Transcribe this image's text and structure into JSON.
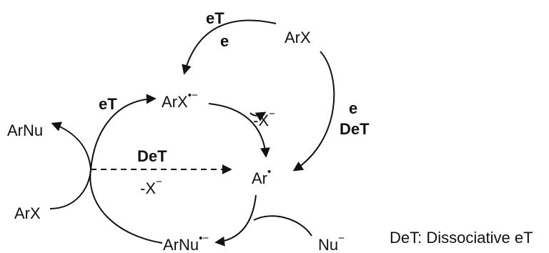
{
  "labels": {
    "arx_top": "ArX",
    "et_top": "eT",
    "e_top": "e",
    "radical_anion_base": "ArX",
    "radical_anion_charge": "•−",
    "et_left": "eT",
    "loss_x_top_prefix": "-X",
    "loss_x_top_charge": "−",
    "e_right": "e",
    "det_right": "DeT",
    "arnu_left": "ArNu",
    "det_mid": "DeT",
    "loss_x_mid_prefix": "-X",
    "loss_x_mid_charge": "−",
    "aryl_radical_base": "Ar",
    "aryl_radical_dot": "•",
    "arx_bottom": "ArX",
    "product_radical_anion_base": "ArNu",
    "product_radical_anion_charge": "•−",
    "nu_base": "Nu",
    "nu_charge": "−",
    "legend": "DeT: Dissociative eT"
  },
  "colors": {
    "ink": "#111111",
    "background": "#ffffff"
  }
}
